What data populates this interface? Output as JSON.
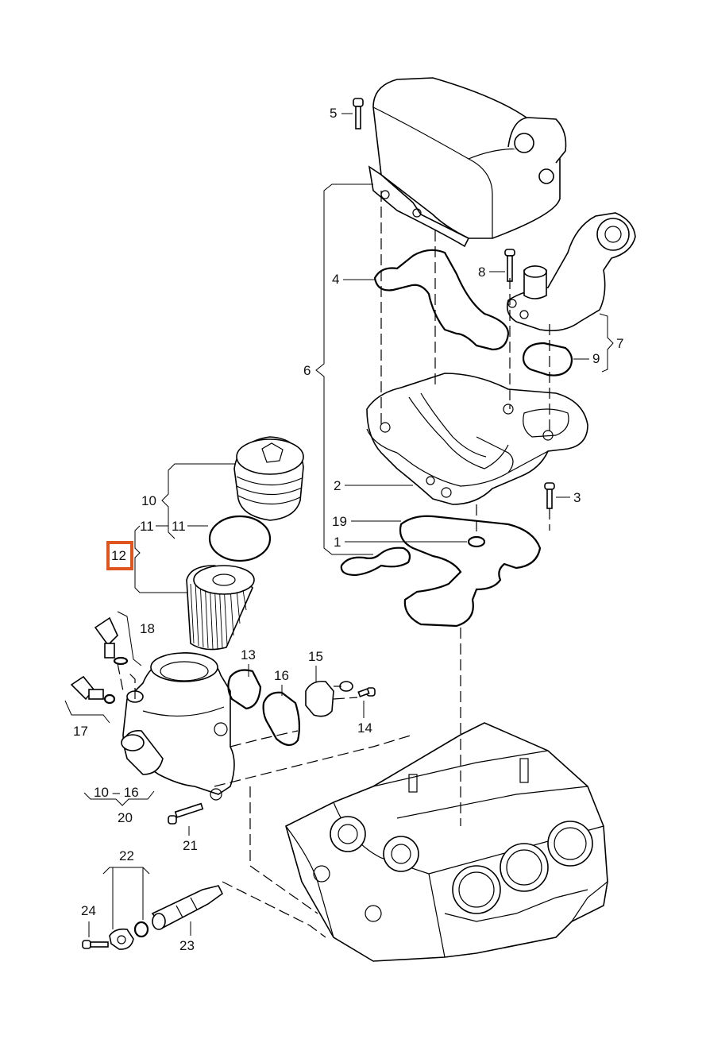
{
  "callouts": {
    "c1": "1",
    "c2": "2",
    "c3": "3",
    "c4": "4",
    "c5": "5",
    "c6": "6",
    "c7": "7",
    "c8": "8",
    "c9": "9",
    "c10": "10",
    "c11a": "11",
    "c11b": "11",
    "c12": "12",
    "c13": "13",
    "c14": "14",
    "c15": "15",
    "c16": "16",
    "c17": "17",
    "c18": "18",
    "c19": "19",
    "c20": "20",
    "c21": "21",
    "c22": "22",
    "c23": "23",
    "c24": "24",
    "c10_16": "10 – 16"
  },
  "highlight": {
    "callout": "12",
    "color": "#e0541e"
  }
}
